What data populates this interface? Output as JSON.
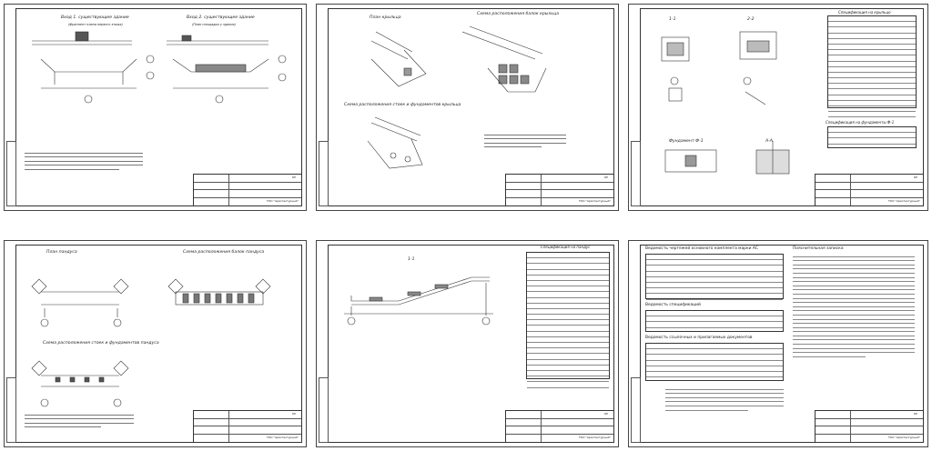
{
  "stamp_code": "КР",
  "stamp_org": "ТОО \"Архитектурный\"",
  "sheets": [
    {
      "id": "1",
      "titles": [
        "Вход 1. существующее здание",
        "Вход 2. существующее здание"
      ],
      "subtitles": [
        "(Фрагмент плана первого этажа)",
        "(План площадки у здания)"
      ]
    },
    {
      "id": "2",
      "titles": [
        "План крыльца",
        "Схема расположения балок крыльца",
        "Схема расположения стоек и фундаментов крыльца"
      ],
      "subtitles": []
    },
    {
      "id": "3",
      "titles": [
        "1-1",
        "2-2",
        "Спецификация на крыльцо",
        "Фундамент Ф-1",
        "Спецификация на фундаменты Ф-1",
        "А-А"
      ],
      "subtitles": []
    },
    {
      "id": "4",
      "titles": [
        "План пандуса",
        "Схема расположения балок пандуса",
        "Схема расположения стоек и фундаментов пандуса"
      ],
      "subtitles": []
    },
    {
      "id": "5",
      "titles": [
        "1-1",
        "Спецификация на пандус"
      ],
      "subtitles": []
    },
    {
      "id": "6",
      "titles": [
        "Ведомость чертежей основного комплекта марки АС",
        "Пояснительная записка",
        "Ведомость спецификаций",
        "Ведомость ссылочных и прилагаемых документов"
      ],
      "subtitles": []
    }
  ]
}
